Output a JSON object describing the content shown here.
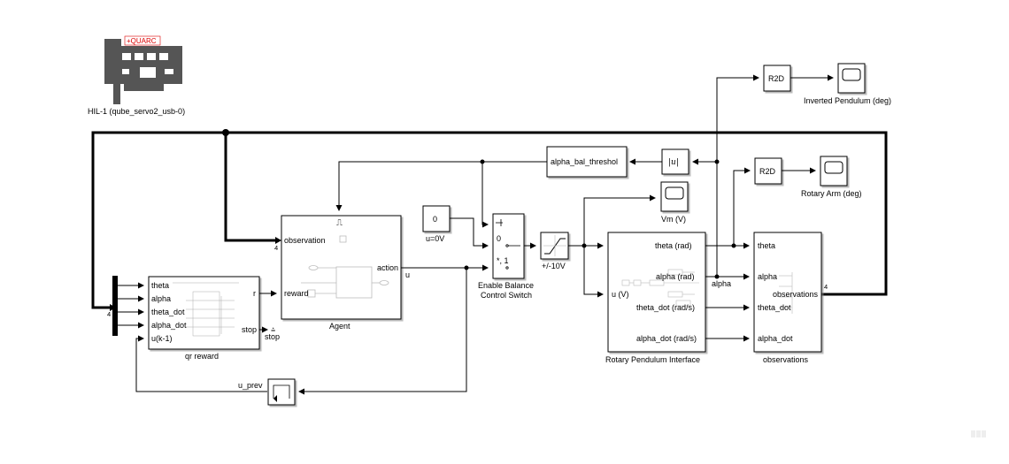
{
  "hil": {
    "card_label": "+QUARC",
    "name": "HIL-1 (qube_servo2_usb-0)"
  },
  "agent": {
    "name": "Agent",
    "ports": {
      "observation": "observation",
      "reward": "reward",
      "action": "action"
    },
    "trigger_symbol": "⎍",
    "bus_width": "4"
  },
  "reward_block": {
    "name": "qr reward",
    "inputs": [
      "theta",
      "alpha",
      "theta_dot",
      "alpha_dot",
      "u(k-1)"
    ],
    "outputs": {
      "r": "r",
      "stop": "stop"
    }
  },
  "mux_width": "4",
  "stop_terminal": "stop",
  "delay": {
    "signal": "u_prev"
  },
  "constant": {
    "value": "0",
    "label": "u=0V"
  },
  "switch": {
    "name_line1": "Enable Balance",
    "name_line2": "Control Switch",
    "port0": "0",
    "port1": "*, 1"
  },
  "saturation": {
    "label": "+/-10V"
  },
  "threshold": {
    "name": "alpha_bal_threshol"
  },
  "abs_block": {
    "symbol": "|u|"
  },
  "signal_u": "u",
  "signal_alpha": "alpha",
  "r2d": "R2D",
  "scopes": {
    "pendulum": "Inverted Pendulum (deg)",
    "arm": "Rotary Arm (deg)",
    "vm": "Vm (V)"
  },
  "rpi": {
    "name": "Rotary Pendulum Interface",
    "input": "u (V)",
    "outputs": [
      "theta (rad)",
      "alpha (rad)",
      "theta_dot (rad/s)",
      "alpha_dot (rad/s)"
    ]
  },
  "observations": {
    "name": "observations",
    "inputs": [
      "theta",
      "alpha",
      "theta_dot",
      "alpha_dot"
    ],
    "output": "observations",
    "bus_width": "4"
  }
}
